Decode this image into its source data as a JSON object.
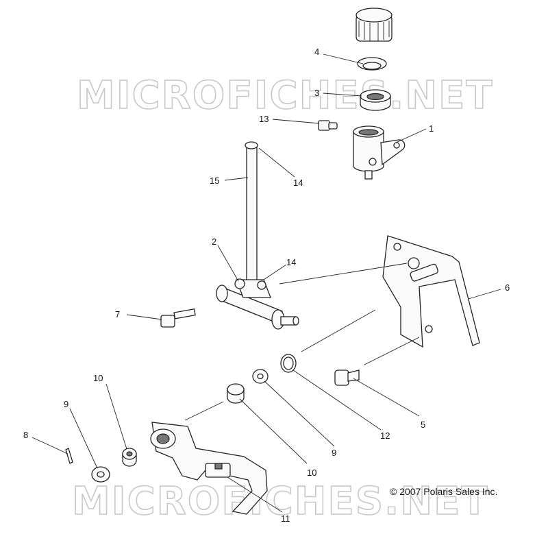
{
  "watermark": {
    "text": "MICROFICHES.NET"
  },
  "copyright": "© 2007 Polaris Sales Inc.",
  "callouts": {
    "c1": "1",
    "c2": "2",
    "c3": "3",
    "c4": "4",
    "c5": "5",
    "c6": "6",
    "c7": "7",
    "c8": "8",
    "c9a": "9",
    "c9b": "9",
    "c10a": "10",
    "c10b": "10",
    "c11": "11",
    "c12": "12",
    "c13": "13",
    "c14a": "14",
    "c14b": "14",
    "c15": "15"
  }
}
